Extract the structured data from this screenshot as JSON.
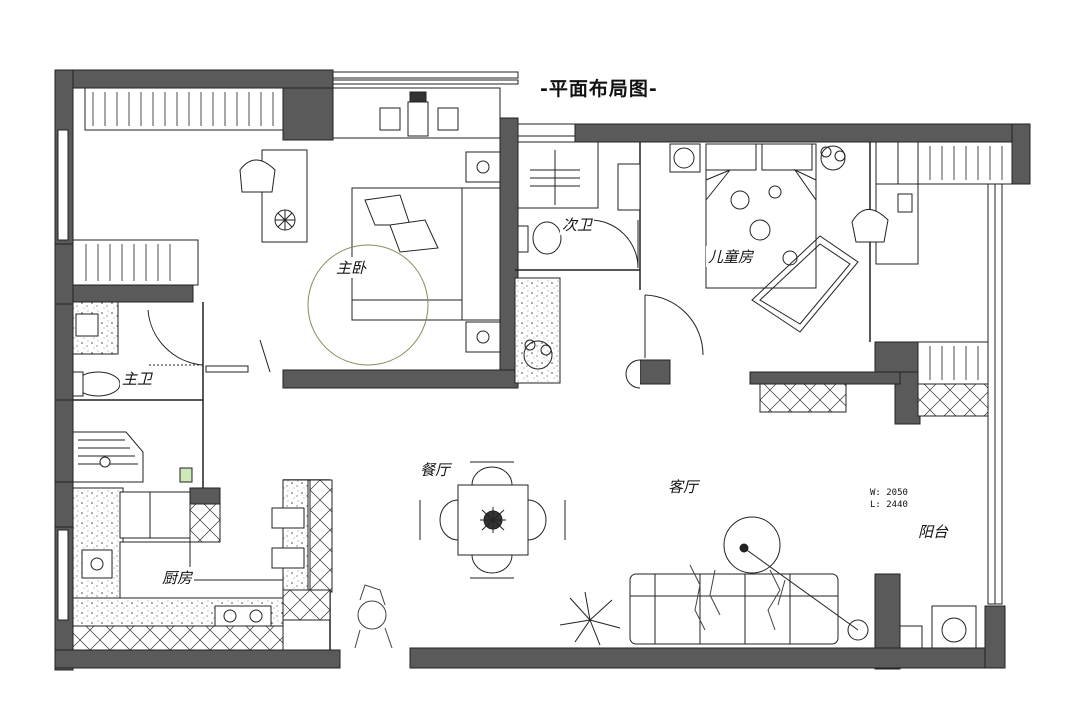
{
  "title": "-平面布局图-",
  "rooms": {
    "master_bedroom": "主卧",
    "second_bath": "次卫",
    "kids_room": "儿童房",
    "master_bath": "主卫",
    "dining": "餐厅",
    "living": "客厅",
    "balcony": "阳台",
    "kitchen": "厨房"
  },
  "dimensions": {
    "width": "W: 2050",
    "length": "L: 2440"
  },
  "colors": {
    "wall": "#5a5a5a",
    "line": "#222222"
  }
}
